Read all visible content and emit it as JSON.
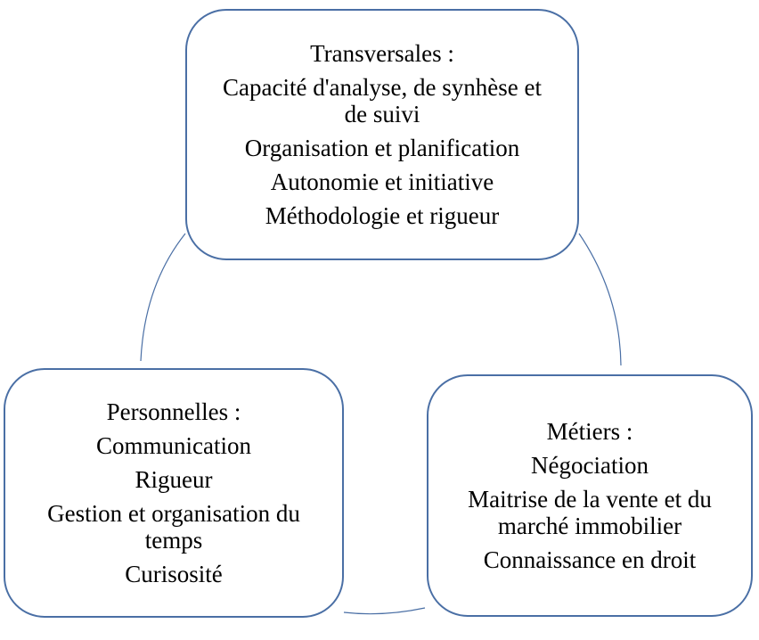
{
  "colors": {
    "border": "#4a6fa5",
    "connector": "#4a6fa5"
  },
  "nodes": {
    "top": {
      "title": "Transversales :",
      "items": [
        "Capacité d'analyse, de synhèse et de suivi",
        "Organisation et planification",
        "Autonomie et initiative",
        "Méthodologie et rigueur"
      ]
    },
    "left": {
      "title": "Personnelles :",
      "items": [
        "Communication",
        "Rigueur",
        "Gestion et organisation du temps",
        "Curisosité"
      ]
    },
    "right": {
      "title": "Métiers :",
      "items": [
        "Négociation",
        "Maitrise de la vente et du marché immobilier",
        "Connaissance en droit"
      ]
    }
  }
}
